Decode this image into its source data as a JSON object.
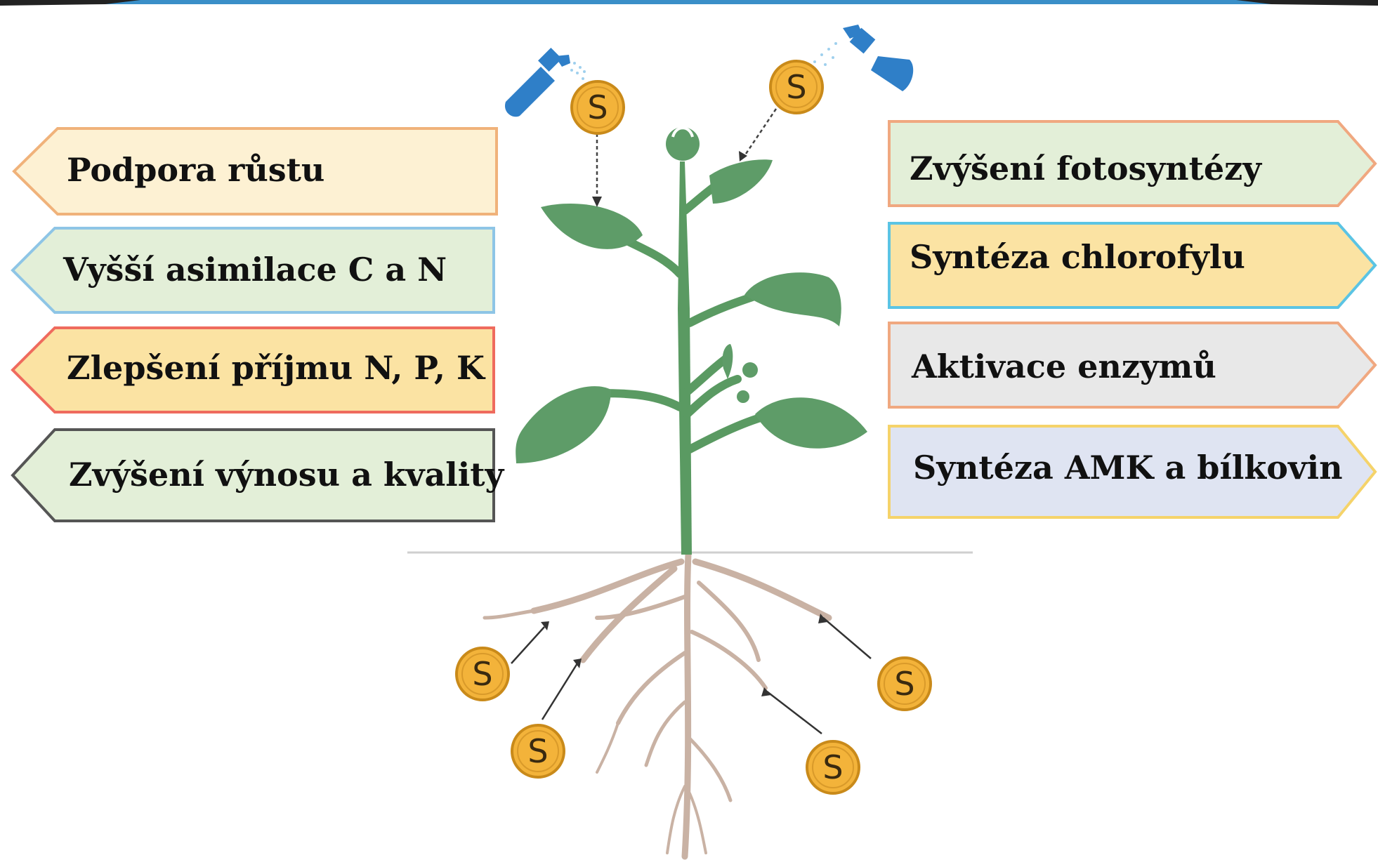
{
  "left_boxes": [
    {
      "label": "Podpora růstu",
      "fill": "#fdf1d3",
      "stroke": "#f0b27a"
    },
    {
      "label": "Vyšší asimilace C a N",
      "fill": "#e3efd8",
      "stroke": "#8ec5e6"
    },
    {
      "label": "Zlepšení příjmu N, P, K",
      "fill": "#fbe3a3",
      "stroke": "#ef6b5e"
    },
    {
      "label": "Zvýšení výnosu a kvality",
      "fill": "#e3efd8",
      "stroke": "#555555"
    }
  ],
  "right_boxes": [
    {
      "label": "Zvýšení fotosyntézy",
      "fill": "#e3efd8",
      "stroke": "#f0a880"
    },
    {
      "label": "Syntéza chlorofylu",
      "fill": "#fbe3a3",
      "stroke": "#5bc4e4"
    },
    {
      "label": "Aktivace enzymů",
      "fill": "#e8e8e8",
      "stroke": "#f0a880"
    },
    {
      "label": "Syntéza AMK a bílkovin",
      "fill": "#dfe4f2",
      "stroke": "#f5d36a"
    }
  ],
  "sulfur_symbol": "S",
  "colors": {
    "plant": "#5a9a62",
    "leaf": "#5e9c68",
    "root": "#c9b2a4",
    "coin": "#f3b33a",
    "coin_stroke": "#c98a1a",
    "sprayer": "#2f7fc8",
    "top_bar": "#3a8fc8"
  }
}
